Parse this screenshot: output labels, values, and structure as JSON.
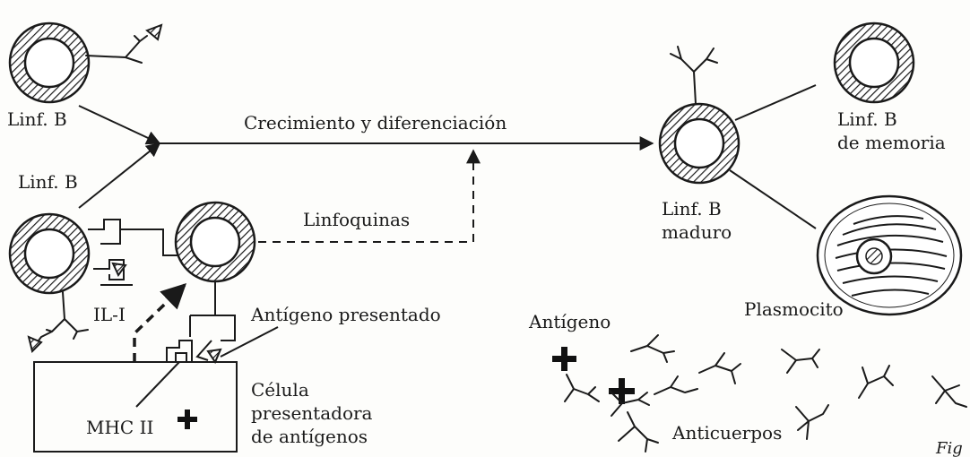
{
  "top_caption": "",
  "labels": {
    "linf_b_top": "Linf. B",
    "linf_b_left": "Linf. B",
    "growth": "Crecimiento y diferenciación",
    "lymphokines": "Linfoquinas",
    "il1": "IL-I",
    "antigen_presented": "Antígeno presentado",
    "cell_line1": "Célula",
    "cell_line2": "presentadora",
    "cell_line3": "de antígenos",
    "mhc": "MHC II",
    "mature_line1": "Linf. B",
    "mature_line2": "maduro",
    "memory_line1": "Linf. B",
    "memory_line2": "de memoria",
    "plasma": "Plasmocito",
    "antigen": "Antígeno",
    "antibodies": "Anticuerpos",
    "fig": "Fig"
  },
  "colors": {
    "ink": "#1a1a1a",
    "paper": "#fdfdfb"
  }
}
